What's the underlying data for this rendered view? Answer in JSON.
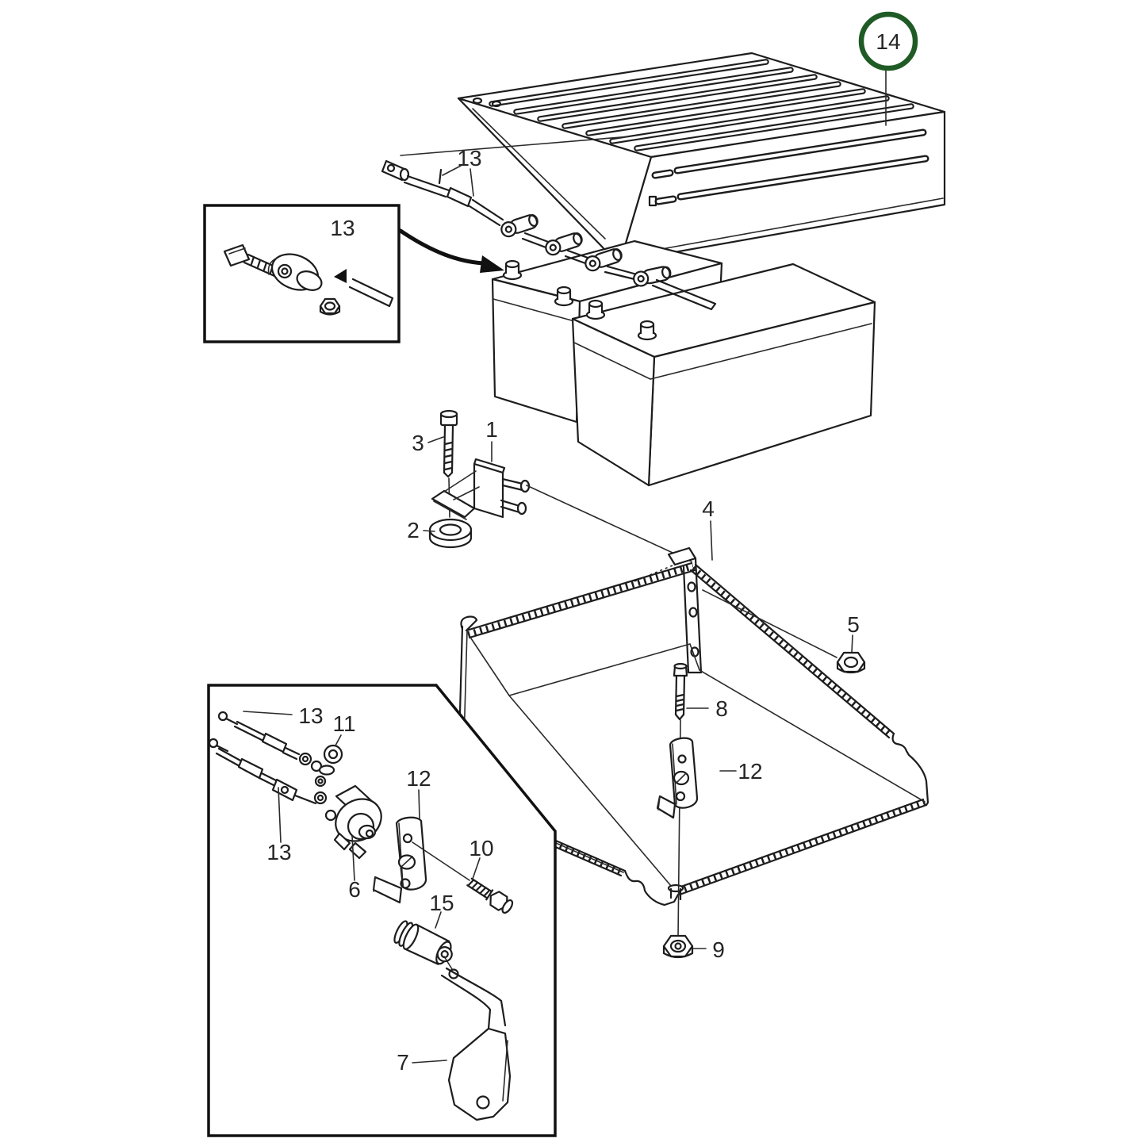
{
  "figure": {
    "type": "exploded-parts-diagram",
    "background": "#ffffff",
    "line_color": "#1d1d1d",
    "highlight_color": "#1f5b25",
    "highlighted_callout": "14"
  },
  "callouts": {
    "c14": "14",
    "c13_top": "13",
    "c13_inset_top": "13",
    "c3": "3",
    "c1": "1",
    "c2": "2",
    "c4": "4",
    "c5": "5",
    "c8": "8",
    "c12_main": "12",
    "c9": "9",
    "c13_lower_a": "13",
    "c11": "11",
    "c12_inset": "12",
    "c13_lower_b": "13",
    "c6": "6",
    "c10": "10",
    "c15": "15",
    "c7": "7"
  }
}
